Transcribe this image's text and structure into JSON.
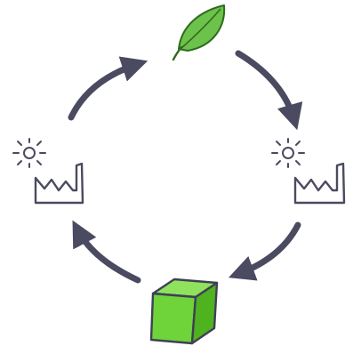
{
  "diagram": {
    "type": "cycle",
    "colors": {
      "arrow": "#4a4a60",
      "leaf": "#6cc24a",
      "leaf_outline": "#2e6b1f",
      "cube_front": "#6fd33a",
      "cube_top": "#8fe35c",
      "cube_side": "#4fb21f",
      "cube_outline": "#3f3f57",
      "factory_outline": "#4a4a60",
      "sun_outline": "#4a4a60"
    },
    "nodes": [
      {
        "id": "leaf",
        "icon": "leaf-icon"
      },
      {
        "id": "factory-right",
        "icon": "factory-with-sun-icon"
      },
      {
        "id": "cube",
        "icon": "green-cube-icon"
      },
      {
        "id": "factory-left",
        "icon": "factory-with-sun-icon"
      }
    ],
    "edges": [
      {
        "from": "leaf",
        "to": "factory-right",
        "direction": "clockwise"
      },
      {
        "from": "factory-right",
        "to": "cube",
        "direction": "clockwise"
      },
      {
        "from": "cube",
        "to": "factory-left",
        "direction": "clockwise"
      },
      {
        "from": "factory-left",
        "to": "leaf",
        "direction": "clockwise"
      }
    ]
  }
}
